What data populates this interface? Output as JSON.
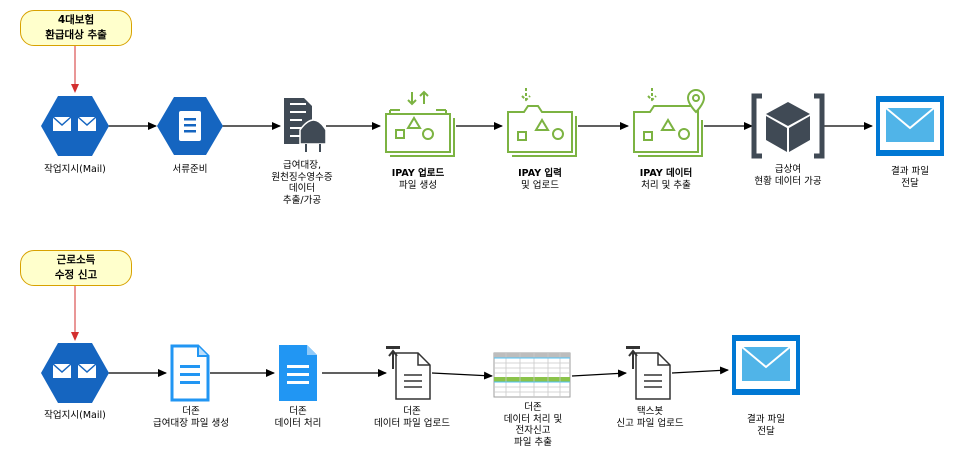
{
  "row1": {
    "start": {
      "line1": "4대보험",
      "line2": "환급대상 추출"
    },
    "steps": [
      {
        "lines": [
          "작업지시(Mail)"
        ]
      },
      {
        "lines": [
          "서류준비"
        ]
      },
      {
        "lines": [
          "급여대장,",
          "원천징수영수증",
          "데이터",
          "추출/가공"
        ]
      },
      {
        "title": "IPAY 업로드",
        "lines": [
          "파일 생성"
        ]
      },
      {
        "title": "IPAY 입력",
        "lines": [
          "및 업로드"
        ]
      },
      {
        "title": "IPAY 데이터",
        "lines": [
          "처리 및 추출"
        ]
      },
      {
        "lines": [
          "급상여",
          "현황 데이터 가공"
        ]
      },
      {
        "lines": [
          "결과 파일",
          "전달"
        ]
      }
    ]
  },
  "row2": {
    "start": {
      "line1": "근로소득",
      "line2": "수정 신고"
    },
    "steps": [
      {
        "lines": [
          "작업지시(Mail)"
        ]
      },
      {
        "lines": [
          "더존",
          "급여대장 파일 생성"
        ]
      },
      {
        "lines": [
          "더존",
          "데이터 처리"
        ]
      },
      {
        "lines": [
          "더존",
          "데이터 파일 업로드"
        ]
      },
      {
        "lines": [
          "더존",
          "데이터 처리 및",
          "전자신고",
          "파일 추출"
        ]
      },
      {
        "lines": [
          "택스봇",
          "신고 파일 업로드"
        ]
      },
      {
        "lines": [
          "결과 파일",
          "전달"
        ]
      }
    ]
  },
  "colors": {
    "azure_blue": "#0078d4",
    "hex_blue": "#1565c0",
    "mail_blue": "#1e88e5",
    "doc_blue": "#2196f3",
    "dark_gray": "#404a55",
    "lime_green": "#7cb342",
    "start_fill": "#ffffcc",
    "start_border": "#d8a200",
    "connector_red": "#d32f2f",
    "arrow_black": "#000000",
    "table_green": "#8bc34a"
  },
  "icons": {
    "mail_hex": "mail-hexagon-icon",
    "document_hex": "document-hexagon-icon",
    "data_extract": "data-extract-icon",
    "envelope": "envelope-icon",
    "cube": "cube-icon",
    "upload_doc": "upload-document-icon",
    "spreadsheet": "spreadsheet-icon",
    "blue_document": "blue-document-icon"
  }
}
